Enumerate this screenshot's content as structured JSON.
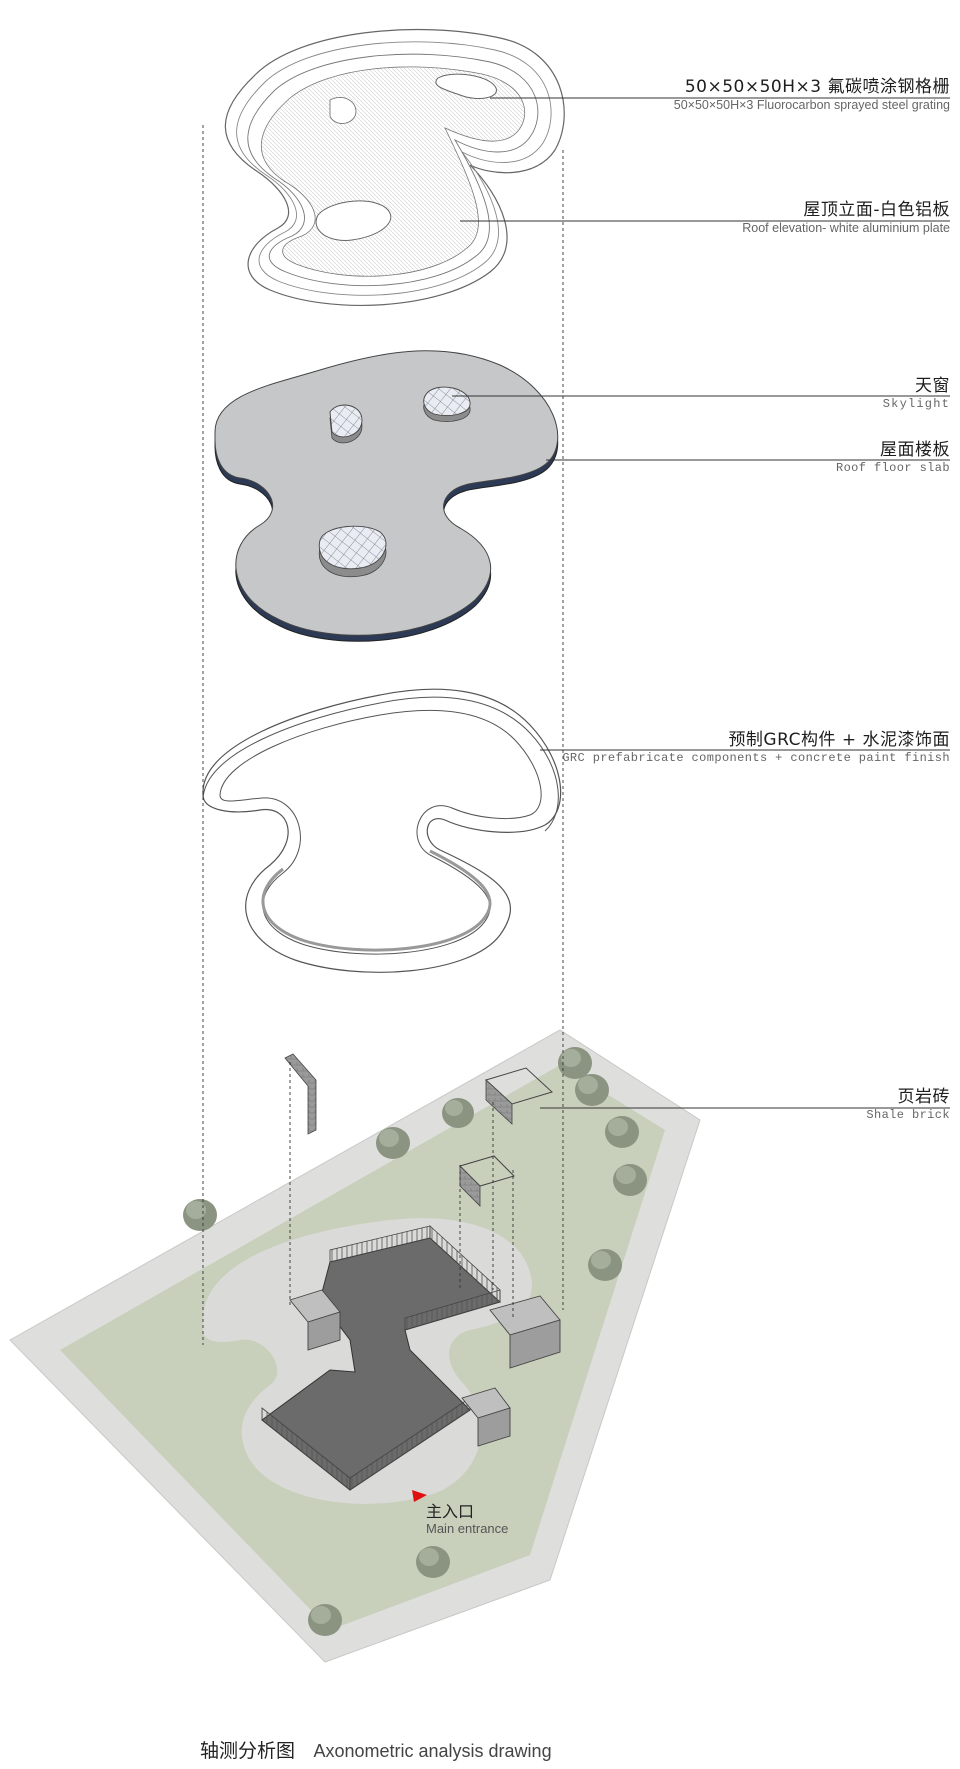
{
  "labels": {
    "grating": {
      "zh": "50×50×50H×3 氟碳喷涂钢格栅",
      "en": "50×50×50H×3 Fluorocarbon sprayed steel grating"
    },
    "roof_elevation": {
      "zh": "屋顶立面-白色铝板",
      "en": "Roof elevation- white aluminium plate"
    },
    "skylight": {
      "zh": "天窗",
      "en": "Skylight"
    },
    "roof_slab": {
      "zh": "屋面楼板",
      "en": "Roof floor slab"
    },
    "grc": {
      "zh": "预制GRC构件 + 水泥漆饰面",
      "en": "GRC prefabricate components + concrete paint finish"
    },
    "shale": {
      "zh": "页岩砖",
      "en": "Shale brick"
    }
  },
  "entrance": {
    "zh": "主入口",
    "en": "Main entrance"
  },
  "caption": {
    "zh": "轴测分析图",
    "en": "Axonometric analysis drawing"
  },
  "colors": {
    "site_pavement": "#dedfdd",
    "lawn": "#c8d0bc",
    "slab": "#c6c7c9",
    "building_floor": "#6b6b6b",
    "leader": "#333333",
    "entrance_marker": "#e01010"
  }
}
